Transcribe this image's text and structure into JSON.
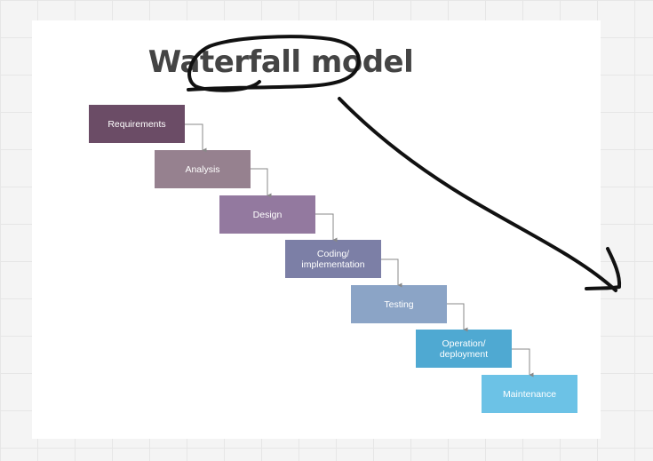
{
  "diagram": {
    "title": "Waterfall model",
    "title_color": "#444444",
    "connector_color": "#888888",
    "steps": [
      {
        "label": "Requirements",
        "color": "#6b4c66"
      },
      {
        "label": "Analysis",
        "color": "#96818f"
      },
      {
        "label": "Design",
        "color": "#93799f"
      },
      {
        "label": "Coding/\nimplementation",
        "color": "#7c7fa6"
      },
      {
        "label": "Testing",
        "color": "#8ba4c6"
      },
      {
        "label": "Operation/\ndeployment",
        "color": "#4fa9d2"
      },
      {
        "label": "Maintenance",
        "color": "#6cc2e6"
      }
    ]
  },
  "annotations": {
    "ink_color": "#111111",
    "marks": [
      {
        "name": "title-circle-annotation"
      },
      {
        "name": "arrow-annotation"
      }
    ]
  }
}
